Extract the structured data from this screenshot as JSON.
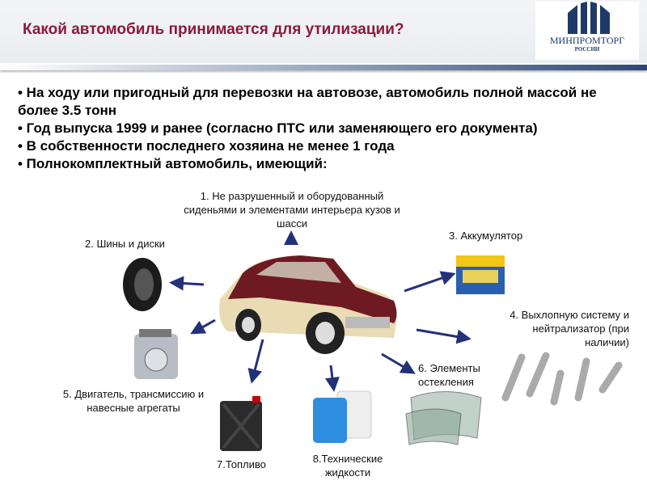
{
  "header": {
    "title": "Какой автомобиль принимается для утилизации?",
    "logo_text": "МИНПРОМТОРГ",
    "logo_sub": "РОССИИ"
  },
  "bullets": [
    "• На ходу или пригодный для перевозки на автовозе, автомобиль полной массой не более 3.5 тонн",
    "• Год выпуска 1999 и ранее (согласно ПТС или заменяющего его документа)",
    "• В собственности последнего хозяина не менее 1 года",
    "• Полнокомплектный автомобиль, имеющий:"
  ],
  "items": {
    "body": "1. Не разрушенный и оборудованный сиденьями и элементами интерьера кузов и шасси",
    "tires": "2. Шины и диски",
    "battery": "3. Аккумулятор",
    "exhaust": "4. Выхлопную систему и нейтрализатор (при наличии)",
    "engine": "5. Двигатель, трансмиссию и навесные агрегаты",
    "glass": "6. Элементы остекления",
    "fuel": "7.Топливо",
    "fluids": "8.Технические жидкости"
  },
  "colors": {
    "title": "#8b1a3a",
    "arrow": "#23307a",
    "brand": "#1f3a68"
  }
}
